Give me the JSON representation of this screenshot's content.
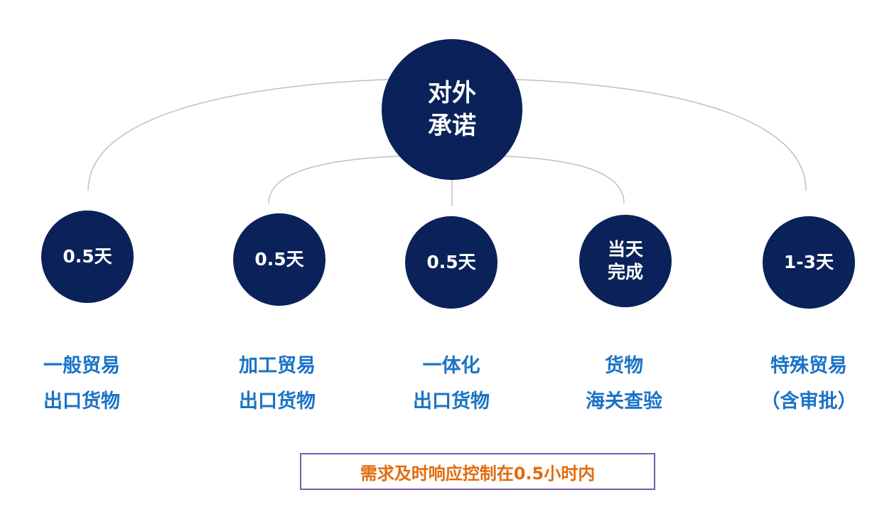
{
  "center": {
    "lines": [
      "对外",
      "承诺"
    ]
  },
  "items": [
    {
      "circle_lines": [
        "0.5天"
      ],
      "label_lines": [
        "一般贸易",
        "出口货物"
      ]
    },
    {
      "circle_lines": [
        "0.5天"
      ],
      "label_lines": [
        "加工贸易",
        "出口货物"
      ]
    },
    {
      "circle_lines": [
        "0.5天"
      ],
      "label_lines": [
        "一体化",
        "出口货物"
      ]
    },
    {
      "circle_lines": [
        "当天",
        "完成"
      ],
      "label_lines": [
        "货物",
        "海关查验"
      ]
    },
    {
      "circle_lines": [
        "1-3天"
      ],
      "label_lines": [
        "特殊贸易",
        "（含审批）"
      ]
    }
  ],
  "footer": {
    "text": "需求及时响应控制在0.5小时内"
  },
  "colors": {
    "circle_fill": "#0a2259",
    "label_text": "#1a73c6",
    "footer_text": "#e36b0c",
    "footer_border": "#7a5aa8",
    "connector": "#bfbfbf"
  }
}
